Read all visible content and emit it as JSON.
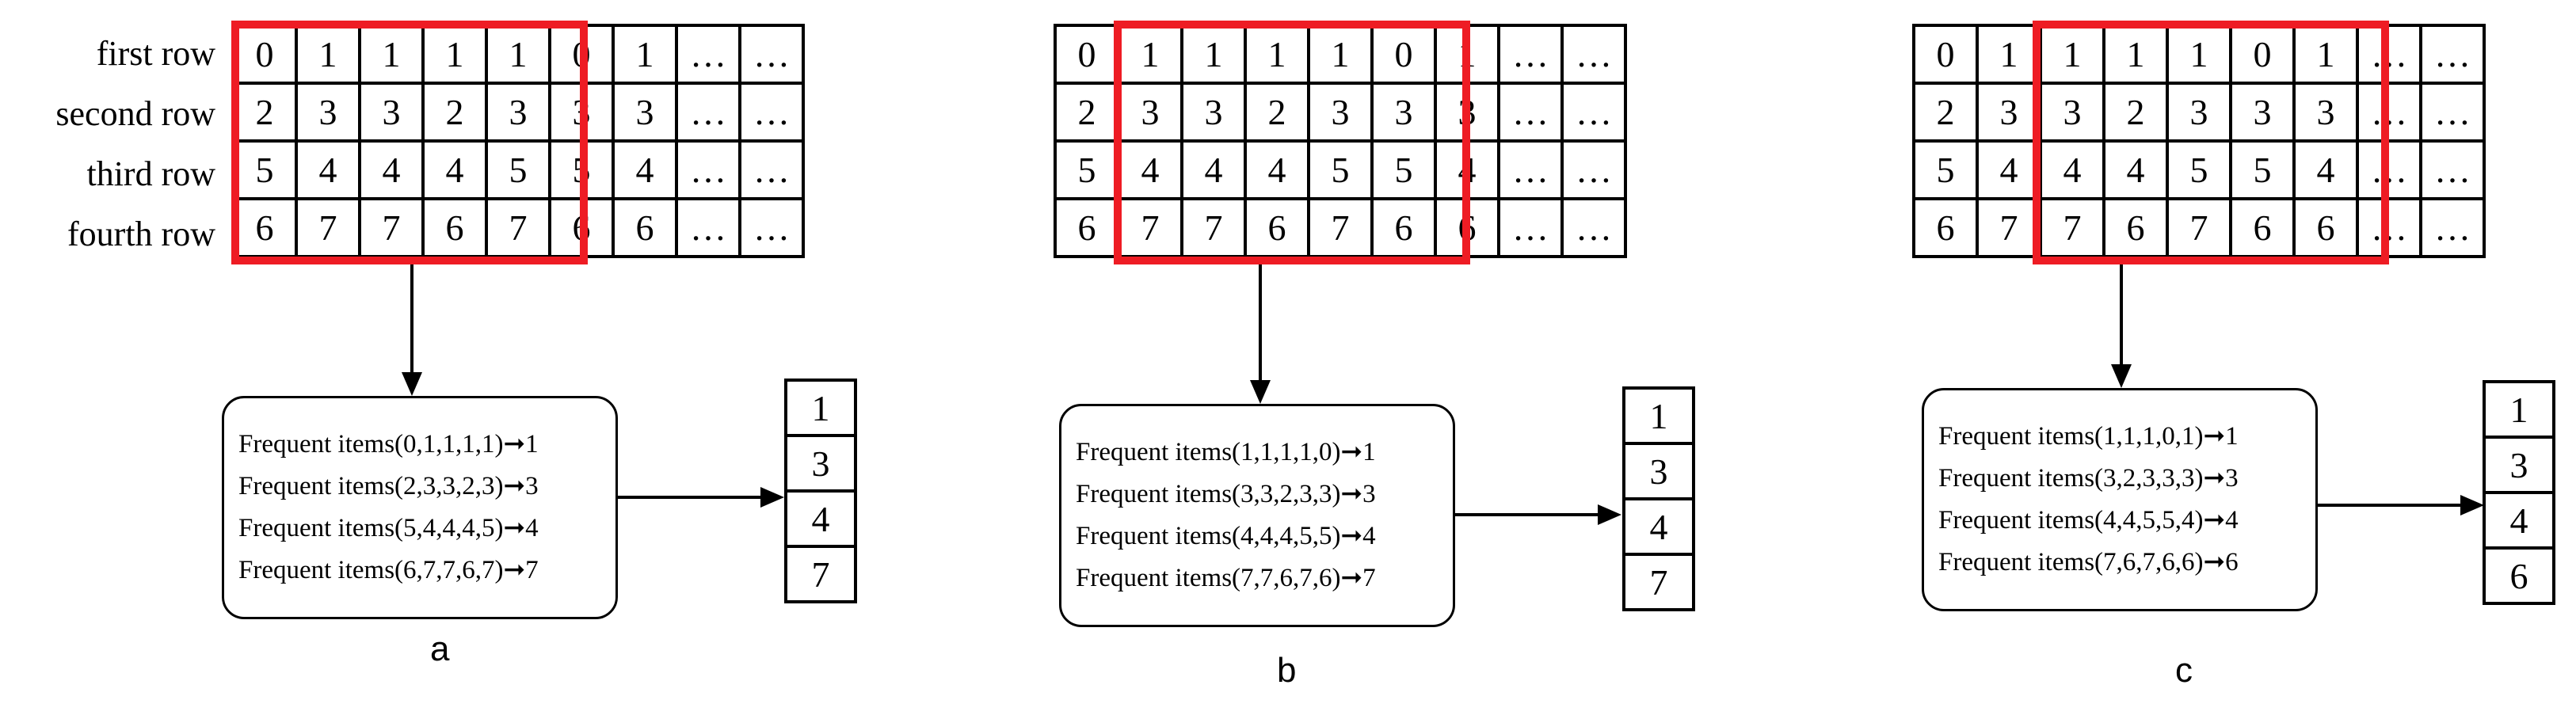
{
  "row_labels": [
    "first row",
    "second  row",
    "third row",
    "fourth  row"
  ],
  "panels": [
    {
      "label": "a",
      "grid": [
        [
          "0",
          "1",
          "1",
          "1",
          "1",
          "0",
          "1",
          "…",
          "…"
        ],
        [
          "2",
          "3",
          "3",
          "2",
          "3",
          "3",
          "3",
          "…",
          "…"
        ],
        [
          "5",
          "4",
          "4",
          "4",
          "5",
          "5",
          "4",
          "…",
          "…"
        ],
        [
          "6",
          "7",
          "7",
          "6",
          "7",
          "6",
          "6",
          "…",
          "…"
        ]
      ],
      "window_start": 0,
      "frequent_items": [
        "Frequent items(0,1,1,1,1)➞1",
        "Frequent items(2,3,3,2,3)➞3",
        "Frequent items(5,4,4,4,5)➞4",
        "Frequent items(6,7,7,6,7)➞7"
      ],
      "result": [
        "1",
        "3",
        "4",
        "7"
      ]
    },
    {
      "label": "b",
      "grid": [
        [
          "0",
          "1",
          "1",
          "1",
          "1",
          "0",
          "1",
          "…",
          "…"
        ],
        [
          "2",
          "3",
          "3",
          "2",
          "3",
          "3",
          "3",
          "…",
          "…"
        ],
        [
          "5",
          "4",
          "4",
          "4",
          "5",
          "5",
          "4",
          "…",
          "…"
        ],
        [
          "6",
          "7",
          "7",
          "6",
          "7",
          "6",
          "6",
          "…",
          "…"
        ]
      ],
      "window_start": 1,
      "frequent_items": [
        "Frequent items(1,1,1,1,0)➞1",
        "Frequent items(3,3,2,3,3)➞3",
        "Frequent items(4,4,4,5,5)➞4",
        "Frequent items(7,7,6,7,6)➞7"
      ],
      "result": [
        "1",
        "3",
        "4",
        "7"
      ]
    },
    {
      "label": "c",
      "grid": [
        [
          "0",
          "1",
          "1",
          "1",
          "1",
          "0",
          "1",
          "…",
          "…"
        ],
        [
          "2",
          "3",
          "3",
          "2",
          "3",
          "3",
          "3",
          "…",
          "…"
        ],
        [
          "5",
          "4",
          "4",
          "4",
          "5",
          "5",
          "4",
          "…",
          "…"
        ],
        [
          "6",
          "7",
          "7",
          "6",
          "7",
          "6",
          "6",
          "…",
          "…"
        ]
      ],
      "window_start": 2,
      "frequent_items": [
        "Frequent items(1,1,1,0,1)➞1",
        "Frequent items(3,2,3,3,3)➞3",
        "Frequent items(4,4,5,5,4)➞4",
        "Frequent items(7,6,7,6,6)➞6"
      ],
      "result": [
        "1",
        "3",
        "4",
        "6"
      ]
    }
  ]
}
